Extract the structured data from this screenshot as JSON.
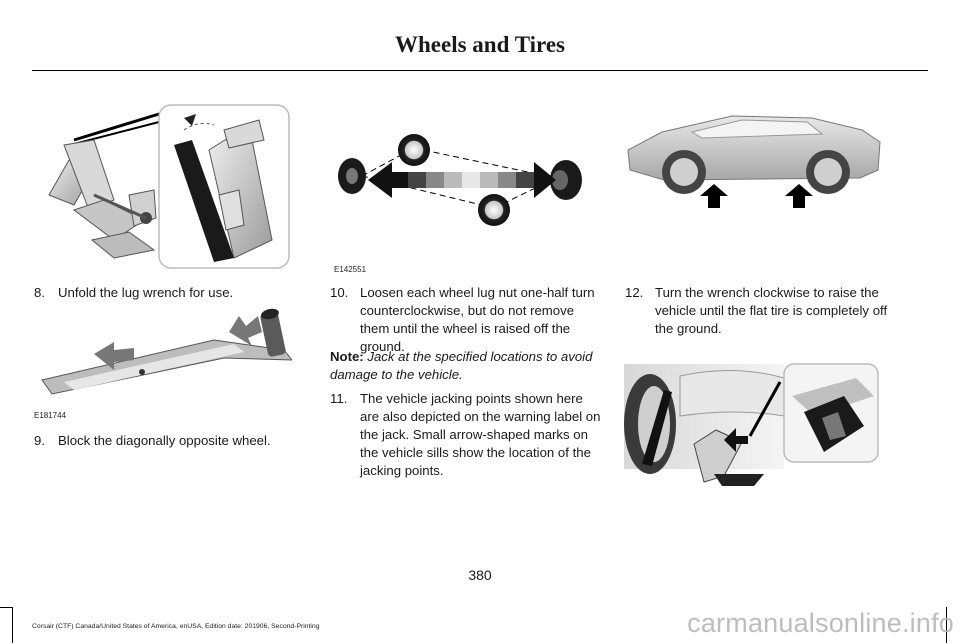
{
  "header": {
    "title": "Wheels and Tires"
  },
  "figures": {
    "wheel_diagram_code": "E142551",
    "lug_wrench_code": "E181744"
  },
  "steps": [
    {
      "num": "8.",
      "text": "Unfold the lug wrench for use."
    },
    {
      "num": "9.",
      "text": "Block the diagonally opposite wheel."
    },
    {
      "num": "10.",
      "text": "Loosen each wheel lug nut one-half turn counterclockwise, but do not remove them until the wheel is raised off the ground."
    },
    {
      "num": "11.",
      "text": "The vehicle jacking points shown here are also depicted on the warning label on the jack. Small arrow-shaped marks on the vehicle sills show the location of the jacking points."
    },
    {
      "num": "12.",
      "text": "Turn the wrench clockwise to raise the vehicle until the flat tire is completely off the ground."
    }
  ],
  "note": {
    "label": "Note:",
    "text": "Jack at the specified locations to avoid damage to the vehicle."
  },
  "page_number": "380",
  "footer": "Corsair (CTF) Canada/United States of America, enUSA, Edition date: 201906, Second-Printing",
  "watermark": "carmanualsonline.info"
}
